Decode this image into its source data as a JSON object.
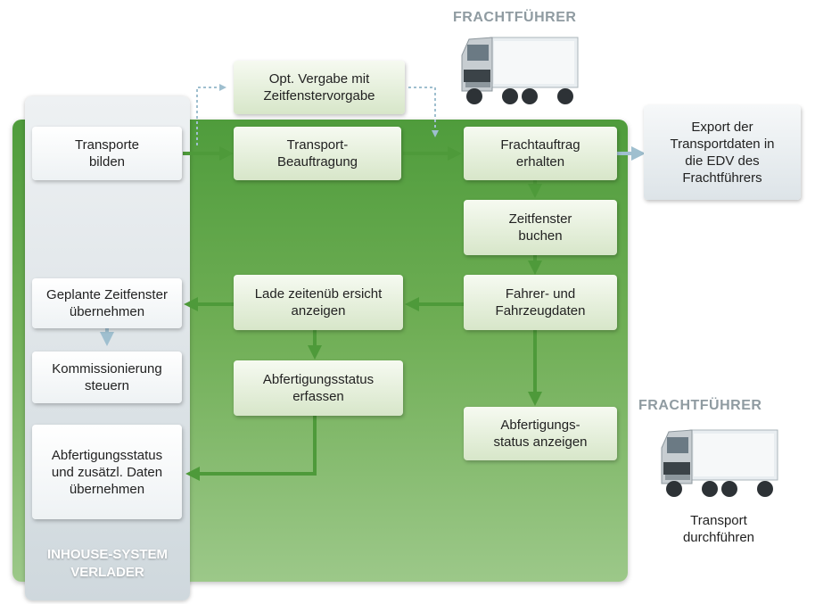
{
  "header": {
    "carrier_label_top": "FRACHTFÜHRER",
    "carrier_label_right": "FRACHTFÜHRER"
  },
  "inhouse": {
    "label": "INHOUSE-SYSTEM\nVERLADER",
    "boxes": {
      "transporte_bilden": "Transporte\nbilden",
      "geplante_zeitfenster": "Geplante Zeitfenster\nübernehmen",
      "kommissionierung": "Kommissionierung\nsteuern",
      "abfertigungsstatus_uebernehmen": "Abfertigungsstatus\nund zusätzl. Daten\nübernehmen"
    }
  },
  "platform": {
    "boxes": {
      "opt_vergabe": "Opt. Vergabe mit\nZeitfenstervorgabe",
      "transport_beauftragung": "Transport-\nBeauftragung",
      "frachtauftrag_erhalten": "Frachtauftrag\nerhalten",
      "zeitfenster_buchen": "Zeitfenster\nbuchen",
      "fahrer_fahrzeugdaten": "Fahrer- und\nFahrzeugdaten",
      "ladezeitenuebersicht": "Lade zeitenüb ersicht\nanzeigen",
      "abfertigungsstatus_erfassen": "Abfertigungsstatus\nerfassen",
      "abfertigungsstatus_anzeigen": "Abfertigungs-\nstatus anzeigen"
    }
  },
  "external": {
    "export_edv": "Export der\nTransportdaten in\ndie EDV des\nFrachtführers",
    "transport_durchfuehren": "Transport\ndurchführen"
  },
  "colors": {
    "flow_arrow": "#4e9a3a",
    "inhouse_arrow": "#9fbfcf",
    "dotted_arrow": "#9fbfcf",
    "carrier_label": "#8f9ba1"
  },
  "icons": {
    "truck_top": "truck-icon",
    "truck_right": "truck-icon"
  }
}
